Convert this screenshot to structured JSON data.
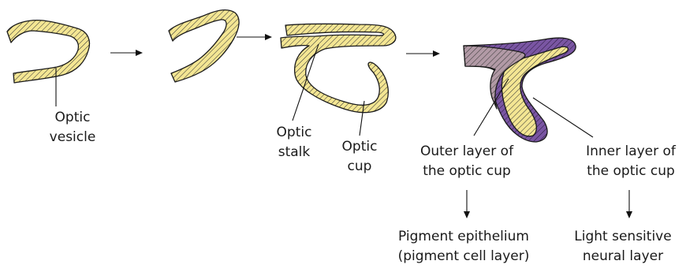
{
  "colors": {
    "tissue_fill": "#f4e693",
    "hatch": "#3a3a3a",
    "outer_layer": "#b29aa6",
    "inner_layer_edge": "#7a56a3",
    "arrow": "#111111"
  },
  "labels": {
    "optic_vesicle": [
      "Optic",
      "vesicle"
    ],
    "optic_stalk": [
      "Optic",
      "stalk"
    ],
    "optic_cup": [
      "Optic",
      "cup"
    ],
    "outer_layer": [
      "Outer layer of",
      "the optic cup"
    ],
    "inner_layer": [
      "Inner layer of",
      "the optic cup"
    ],
    "pigment_epithelium": [
      "Pigment epithelium",
      "(pigment cell layer)"
    ],
    "neural_layer": [
      "Light sensitive",
      "neural layer"
    ]
  }
}
